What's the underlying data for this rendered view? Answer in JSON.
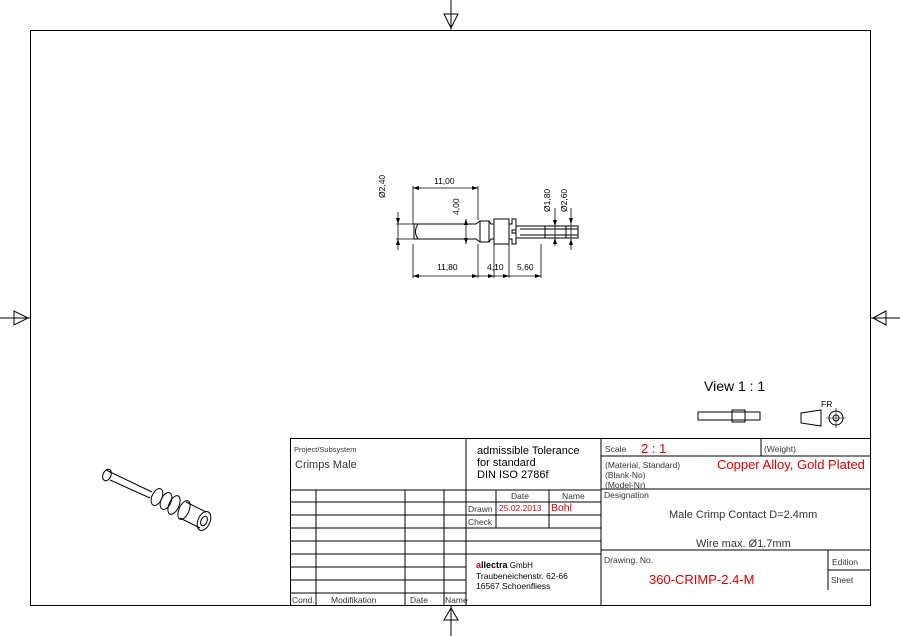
{
  "drawing": {
    "dims": {
      "d_2_40": "Ø2,40",
      "len_11_00": "11,00",
      "len_4_00": "4,00",
      "d_1_80": "Ø1,80",
      "d_2_60": "Ø2,60",
      "len_11_80": "11,80",
      "len_4_10": "4,10",
      "len_5_60": "5,60"
    },
    "view_label": "View 1 : 1",
    "projection_label": "FR"
  },
  "title_block": {
    "project_label": "Project/Subsystem",
    "project_value": "Crimps Male",
    "tolerance_line1": "admissible Tolerance",
    "tolerance_line2": "for standard",
    "tolerance_line3": "DIN ISO 2786f",
    "date_header": "Date",
    "name_header": "Name",
    "drawn_label": "Drawn",
    "drawn_date": "25.02.2013",
    "drawn_name": "Bohl",
    "check_label": "Check",
    "scale_label": "Scale",
    "scale_value": "2 : 1",
    "weight_label": "(Weight)",
    "material_label": "(Material, Standard)",
    "material_value": "Copper Alloy, Gold Plated",
    "blank_label": "(Blank-No)",
    "model_label": "(Model-Nr)",
    "designation_label": "Designation",
    "designation_line1": "Male Crimp Contact D=2.4mm",
    "designation_line2": "Wire max. Ø1.7mm",
    "drawing_no_label": "Drawing. No.",
    "drawing_no_value": "360-CRIMP-2.4-M",
    "edition_label": "Edition",
    "sheet_label": "Sheet",
    "rev_cond": "Cond.",
    "rev_mod": "Modifikation",
    "rev_date": "Date",
    "rev_name": "Name",
    "company_logo_a": "a",
    "company_logo_rest": "llectra",
    "company_suffix": " GmbH",
    "company_street": "Traubeneichenstr. 62-66",
    "company_city": "16567 Schoenfliess"
  },
  "colors": {
    "ink": "#000000",
    "accent": "#e00000"
  }
}
